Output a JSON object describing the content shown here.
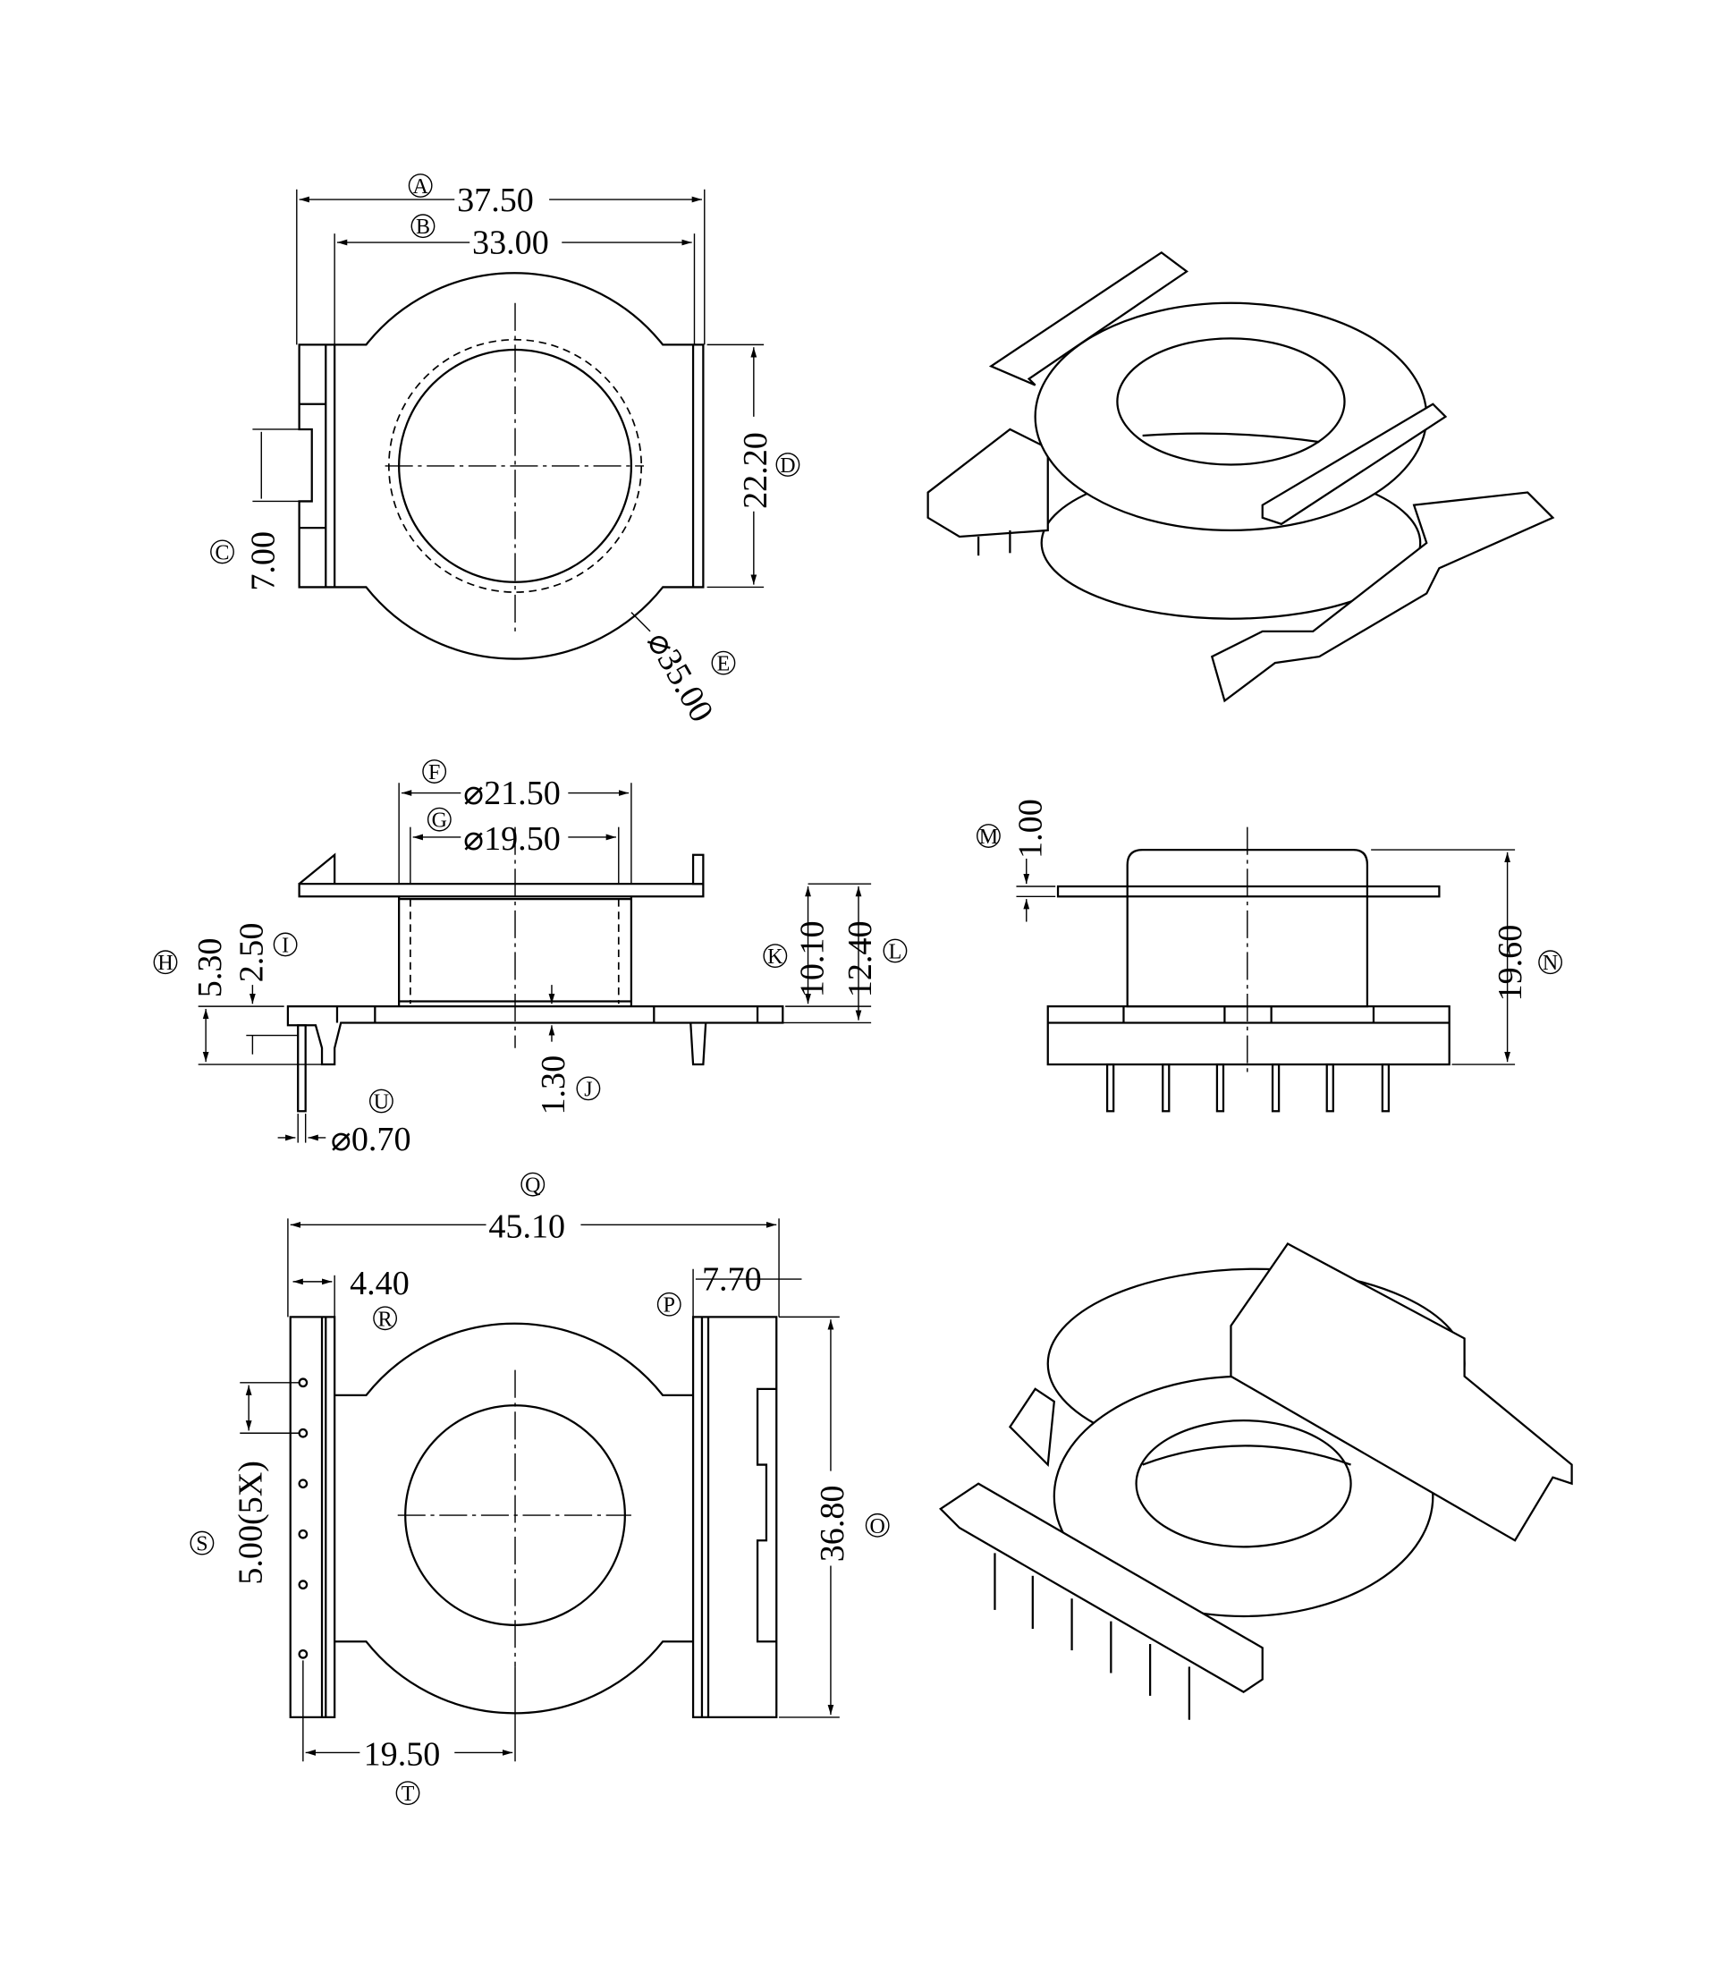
{
  "title": "Transformer bobbin dimensional drawing",
  "dimensions": {
    "A": {
      "key": "A",
      "value": "37.50"
    },
    "B": {
      "key": "B",
      "value": "33.00"
    },
    "C": {
      "key": "C",
      "value": "7.00"
    },
    "D": {
      "key": "D",
      "value": "22.20"
    },
    "E": {
      "key": "E",
      "value": "⌀35.00"
    },
    "F": {
      "key": "F",
      "value": "⌀21.50"
    },
    "G": {
      "key": "G",
      "value": "⌀19.50"
    },
    "H": {
      "key": "H",
      "value": "5.30"
    },
    "I": {
      "key": "I",
      "value": "2.50"
    },
    "J": {
      "key": "J",
      "value": "1.30"
    },
    "K": {
      "key": "K",
      "value": "10.10"
    },
    "L": {
      "key": "L",
      "value": "12.40"
    },
    "M": {
      "key": "M",
      "value": "1.00"
    },
    "N": {
      "key": "N",
      "value": "19.60"
    },
    "O": {
      "key": "O",
      "value": "36.80"
    },
    "P": {
      "key": "P",
      "value": "7.70"
    },
    "Q": {
      "key": "Q",
      "value": "45.10"
    },
    "R": {
      "key": "R",
      "value": "4.40"
    },
    "S": {
      "key": "S",
      "value": "5.00(5X)"
    },
    "T": {
      "key": "T",
      "value": "19.50"
    },
    "U": {
      "key": "U",
      "value": "⌀0.70"
    }
  }
}
